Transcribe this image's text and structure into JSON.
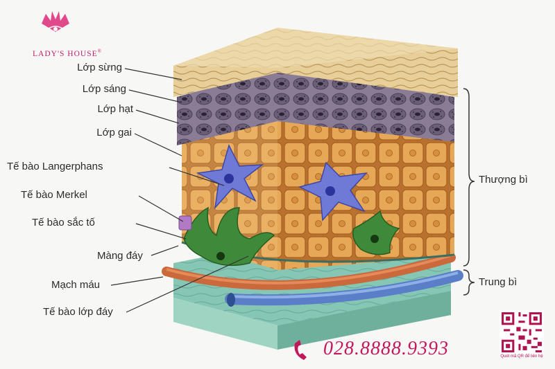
{
  "brand": {
    "name": "LADY'S HOUSE",
    "registered": "®",
    "phone": "028.8888.9393",
    "qr_caption": "Quét mã QR để liên hệ"
  },
  "labels_left": [
    {
      "id": "lop-sung",
      "text": "Lớp sừng"
    },
    {
      "id": "lop-sang",
      "text": "Lớp sáng"
    },
    {
      "id": "lop-hat",
      "text": "Lớp hạt"
    },
    {
      "id": "lop-gai",
      "text": "Lớp gai"
    },
    {
      "id": "te-bao-langerphans",
      "text": "Tế bào Langerphans"
    },
    {
      "id": "te-bao-merkel",
      "text": "Tế bào Merkel"
    },
    {
      "id": "te-bao-sac-to",
      "text": "Tế bào sắc tố"
    },
    {
      "id": "mang-day",
      "text": "Màng đáy"
    },
    {
      "id": "mach-mau",
      "text": "Mạch máu"
    },
    {
      "id": "te-bao-lop-day",
      "text": "Tế bào lớp đáy"
    }
  ],
  "labels_right": [
    {
      "id": "thuong-bi",
      "text": "Thượng bì"
    },
    {
      "id": "trung-bi",
      "text": "Trung bì"
    }
  ],
  "colors": {
    "brand_pink": "#c2185b",
    "stratum_corneum": "#e2c790",
    "stratum_granulosum": "#7d6f88",
    "stratum_spinosum": "#e2a24e",
    "langerhans": "#6f79d6",
    "melanocyte": "#3f8a3a",
    "merkel": "#b07ac4",
    "dermis": "#7fc0ad",
    "blood_vessel_red": "#c9693c",
    "blood_vessel_blue": "#5a7fc8"
  }
}
